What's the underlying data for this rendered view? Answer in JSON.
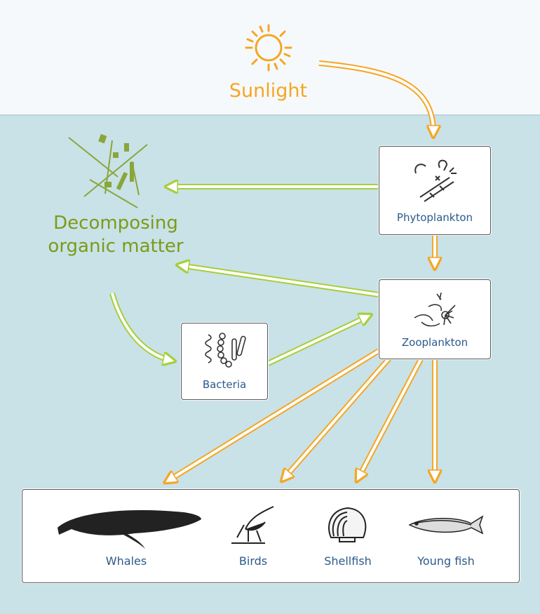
{
  "sunlight": {
    "label": "Sunlight"
  },
  "decomposing": {
    "label": "Decomposing organic matter"
  },
  "phytoplankton": {
    "label": "Phytoplankton"
  },
  "zooplankton": {
    "label": "Zooplankton"
  },
  "bacteria": {
    "label": "Bacteria"
  },
  "consumers": [
    {
      "label": "Whales"
    },
    {
      "label": "Birds"
    },
    {
      "label": "Shellfish"
    },
    {
      "label": "Young fish"
    }
  ],
  "colors": {
    "sun_arrow": "#f5a623",
    "decompose_arrow": "#a6cf3a",
    "label_blue": "#2b5a8a",
    "water": "#c8e2e8"
  }
}
